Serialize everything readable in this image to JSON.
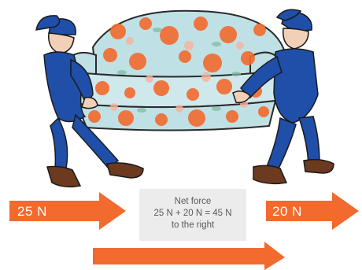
{
  "arrows": {
    "left_label": "25 N",
    "right_label": "20 N",
    "color": "#f26a2e"
  },
  "net_force": {
    "line1": "Net force",
    "line2": "25 N + 20 N = 45 N",
    "line3": "to the right"
  },
  "illustration": {
    "left_mover": "mover-left",
    "right_mover": "mover-right",
    "object": "floral-sofa",
    "uniform_color": "#1f4fa8",
    "cap_color": "#1f4fa8",
    "shoe_color": "#6b3a1f",
    "sofa_base": "#bfe1e6",
    "flower_color": "#f26a2e"
  }
}
